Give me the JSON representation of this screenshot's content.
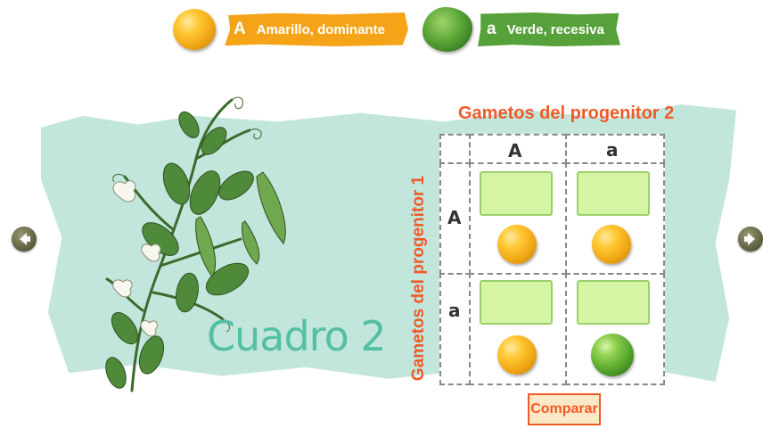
{
  "legend": {
    "dominant": {
      "allele": "A",
      "label": "Amarillo, dominante",
      "color": "#f5a418"
    },
    "recessive": {
      "allele": "a",
      "label": "Verde, recesiva",
      "color": "#56a13a"
    }
  },
  "title": "Cuadro 2",
  "punnett": {
    "top_label": "Gametos del progenitor 2",
    "side_label": "Gametos del progenitor 1",
    "columns": [
      "A",
      "a"
    ],
    "rows": [
      "A",
      "a"
    ],
    "cells": [
      {
        "row": "A",
        "col": "A",
        "value": "",
        "pea": "yellow"
      },
      {
        "row": "A",
        "col": "a",
        "value": "",
        "pea": "yellow"
      },
      {
        "row": "a",
        "col": "A",
        "value": "",
        "pea": "yellow"
      },
      {
        "row": "a",
        "col": "a",
        "value": "",
        "pea": "green"
      }
    ]
  },
  "compare_button": "Comparar",
  "nav": {
    "prev_icon": "arrow-left-icon",
    "next_icon": "arrow-right-icon"
  }
}
